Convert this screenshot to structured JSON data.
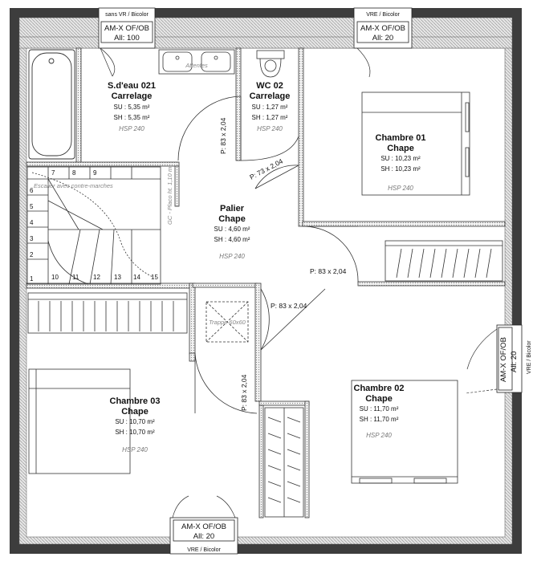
{
  "rooms": {
    "sdeau": {
      "name": "S.d'eau 021",
      "finish": "Carrelage",
      "su": "SU : 5,35 m²",
      "sh": "SH : 5,35 m²",
      "hsp": "HSP 240"
    },
    "wc": {
      "name": "WC 02",
      "finish": "Carrelage",
      "su": "SU : 1,27 m²",
      "sh": "SH : 1,27 m²",
      "hsp": "HSP 240"
    },
    "chambre01": {
      "name": "Chambre 01",
      "finish": "Chape",
      "su": "SU : 10,23 m²",
      "sh": "SH : 10,23 m²",
      "hsp": "HSP 240"
    },
    "palier": {
      "name": "Palier",
      "finish": "Chape",
      "su": "SU : 4,60 m²",
      "sh": "SH : 4,60 m²",
      "hsp": "HSP 240"
    },
    "chambre03": {
      "name": "Chambre 03",
      "finish": "Chape",
      "su": "SU : 10,70 m²",
      "sh": "SH : 10,70 m²",
      "hsp": "HSP 240"
    },
    "chambre02": {
      "name": "Chambre 02",
      "finish": "Chape",
      "su": "SU : 11,70 m²",
      "sh": "SH : 11,70 m²",
      "hsp": "HSP 240"
    }
  },
  "windows": {
    "top_left": {
      "type": "AM-X OF/OB",
      "allege": "All: 100",
      "shutter": "sans VR / Bicolor"
    },
    "top_right": {
      "type": "AM-X OF/OB",
      "allege": "All: 20",
      "shutter": "VRE / Bicolor"
    },
    "right": {
      "type": "AM-X OF/OB",
      "allege": "All: 20",
      "shutter": "VRE / Bicolor"
    },
    "bottom": {
      "type": "AM-X OF/OB",
      "allege": "All: 20",
      "shutter": "VRE / Bicolor"
    }
  },
  "doors": {
    "sdeau": "P: 83 x 2,04",
    "wc": "P: 73 x 2,04",
    "chambre01": "P: 83 x 2,04",
    "palier_right": "P: 83 x 2,04",
    "chambre03": "P: 83 x 2,04"
  },
  "labels": {
    "attentes": "Attentes",
    "stairs": "Escalier avec contre-marches",
    "garde_corps": "GC - Placo ht. 1,10 m",
    "trappe": "Trappe 60x60"
  },
  "stair_numbers": [
    "1",
    "2",
    "3",
    "4",
    "5",
    "6",
    "7",
    "8",
    "9",
    "10",
    "11",
    "12",
    "13",
    "14",
    "15"
  ]
}
